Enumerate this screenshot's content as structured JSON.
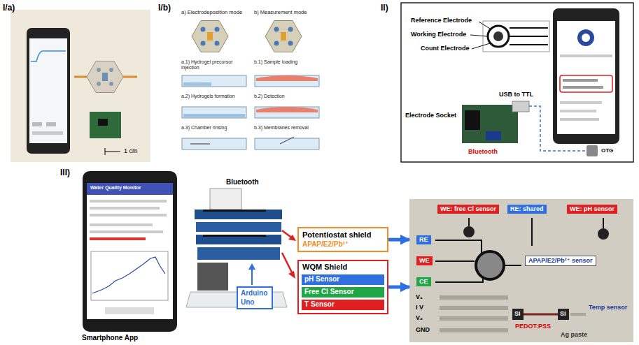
{
  "diagram": {
    "nodes": [
      {
        "text": [
          "Potentiostat shield",
          "APAP/E2/Pb²⁺"
        ]
      },
      {
        "text": [
          "WQM Shield"
        ]
      },
      {
        "text": [
          "pH Sensor"
        ],
        "in": 1
      },
      {
        "text": [
          "Free Cl Sensor"
        ],
        "in": 1
      },
      {
        "text": [
          "T Sensor"
        ],
        "in": 1
      },
      {
        "text": [
          "Arduino Uno"
        ]
      },
      {
        "text": [
          "V₁",
          "I V",
          "V₂",
          "GND",
          "Si",
          "Si",
          "PEDOT:PSS",
          "Temp sensor",
          "Ag paste"
        ]
      },
      {
        "text": [
          "WE: free Cl sensor"
        ],
        "in": 6
      },
      {
        "text": [
          "RE: shared"
        ],
        "in": 6
      },
      {
        "text": [
          "WE: pH sensor"
        ],
        "in": 6
      },
      {
        "text": [
          "RE"
        ],
        "in": 6
      },
      {
        "text": [
          "WE"
        ],
        "in": 6
      },
      {
        "text": [
          "CE"
        ],
        "in": 6
      },
      {
        "text": [
          "APAP/E2/Pb²⁺ sensor"
        ],
        "in": 6
      }
    ],
    "edges": [
      {
        "from": 0,
        "to": 6,
        "arrow": "to"
      },
      {
        "from": 1,
        "to": 6,
        "arrow": "to"
      }
    ],
    "labels": [
      "I/a)",
      "1 cm",
      "I/b)",
      "a) Electrodeposition mode",
      "b) Measurement mode",
      "a.1) Hydrogel precursor injection",
      "a.2) Hydrogels formation",
      "a.3) Chamber rinsing",
      "b.1) Sample loading",
      "b.2) Detection",
      "b.3) Membranes removal",
      "II)",
      "Reference Electrode",
      "Working Electrode",
      "Count Electrode",
      "Electrode Socket",
      "Bluetooth",
      "USB to TTL",
      "OTG",
      "III)",
      "Water Quality Monitor",
      "Bluetooth",
      "Smartphone App"
    ]
  }
}
